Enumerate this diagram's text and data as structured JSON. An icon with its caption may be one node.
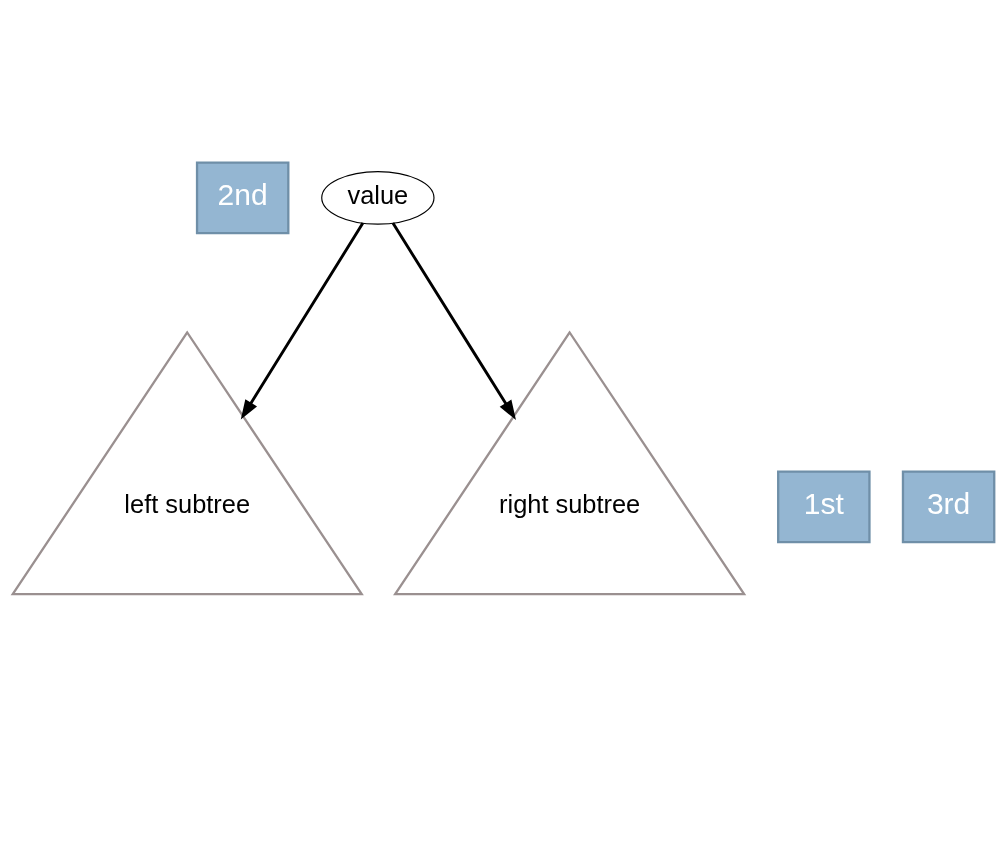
{
  "diagram": {
    "nodes": [
      {
        "text": [
          "2nd"
        ]
      },
      {
        "text": [
          "value"
        ]
      },
      {
        "text": [
          "1st"
        ]
      },
      {
        "text": [
          "left subtree"
        ]
      },
      {
        "text": [
          "right subtree"
        ]
      },
      {
        "text": [
          "3rd"
        ]
      }
    ],
    "edges": [
      {
        "from": 1,
        "to": 3,
        "arrow": "to"
      },
      {
        "from": 1,
        "to": 4,
        "arrow": "to"
      }
    ]
  }
}
